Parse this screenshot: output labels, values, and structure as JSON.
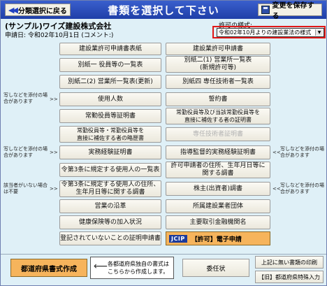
{
  "header": {
    "title": "書類を選択して下さい",
    "back_label": "分類選択に戻る",
    "save_label": "変更を保存する"
  },
  "info": {
    "company": "(サンプル)ワイズ建設株式会社",
    "date": "申請日: 令和02年10月1日 (コメント:)",
    "format_label": "許可の様式:",
    "format_value": "令和02年10月よりの建設業法の様式"
  },
  "buttons": {
    "kyoka_hyoshi": "建設業許可申請書表紙",
    "kyoka_shinsei": "建設業許可申請書",
    "bessatsu1": "別紙一 役員等の一覧表",
    "bessatsu2_1": "別紙二(1) 営業所一覧表\n(新規許可等)",
    "bessatsu2_2": "別紙二(2) 営業所一覧表(更新)",
    "bessatsu4": "別紙四 専任技術者一覧表",
    "shiyounin": "使用人数",
    "seiyaku": "誓約書",
    "joukin_yakuin": "常勤役員等証明書",
    "joukin_hojyo": "常勤役員等及び当該常勤役員等を\n直接に補佐する者の証明書",
    "joukin_ryakureki": "常勤役員等・常勤役員等を\n直接に補佐する者の略歴書",
    "sennin": "専任技術者証明書",
    "jitsumu": "実務経験証明書",
    "shidou": "指導監督的実務経験証明書",
    "rei3jou_ichiran": "令第3条に規定する使用人の一覧表",
    "kyoka_shinseisha": "許可申請者の住所、生年月日等に\n関する調書",
    "rei3jou_chousho": "令第3条に規定する使用人の住所、\n生年月日等に関する調書",
    "kabunushi": "株主(出資者)調書",
    "eigyou_enkaku": "営業の沿革",
    "shozoku_dantai": "所属建設業者団体",
    "kenkou_hoken": "健康保険等の加入状況",
    "torihiki_ginkou": "主要取引金融機関名",
    "touki": "登記されていないことの証明申請書",
    "jcip_badge": "JCIP",
    "jcip_label": "【許可】電子申請"
  },
  "notes": {
    "left1": "写しなどを添付の場\n合があります",
    "left2": "写しなどを添付の場\n合があります",
    "left3": "該当者がいない場合\nは不要",
    "right1": "写しなどを添付の場\n合があります",
    "right2": "写しなどを添付の場\n合があります",
    "arrow_r": ">>",
    "arrow_l": "<<"
  },
  "bottom": {
    "prefecture_btn": "都道府県書式作成",
    "callout": "各都道府県独自の書式は\nこちらから作成します。",
    "inin": "委任状",
    "print_other": "上記に無い書類の印刷",
    "special_input": "【旧】都道府県特殊入力"
  }
}
